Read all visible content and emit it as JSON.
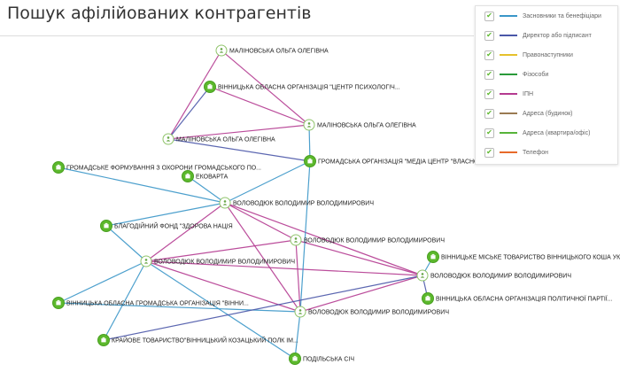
{
  "page": {
    "title": "Пошук афілійованих контрагентів"
  },
  "colors": {
    "founders": "#3a96c8",
    "director": "#4a57a8",
    "legal_successor": "#e6c12c",
    "individual": "#2a9a3a",
    "tax_number": "#b43a90",
    "address_legal": "#9a7a52",
    "address_apartment": "#57b43a",
    "phone": "#e86a2a",
    "person_node": "#ffffff",
    "org_node": "#5cb82c"
  },
  "legend": [
    {
      "label": "Засновники та бенефіціари",
      "color_key": "founders"
    },
    {
      "label": "Директор або підписант",
      "color_key": "director"
    },
    {
      "label": "Правонаступники",
      "color_key": "legal_successor"
    },
    {
      "label": "Фізособи",
      "color_key": "individual"
    },
    {
      "label": "ІПН",
      "color_key": "tax_number"
    },
    {
      "label": "Адреса (будинок)",
      "color_key": "address_legal"
    },
    {
      "label": "Адреса (квартира/офіс)",
      "color_key": "address_apartment"
    },
    {
      "label": "Телефон",
      "color_key": "phone"
    }
  ],
  "graph": {
    "nodes": [
      {
        "id": "n1",
        "type": "person",
        "label": "МАЛІНОВСЬКА ОЛЬГА ОЛЕГІВНА"
      },
      {
        "id": "n2",
        "type": "org",
        "label": "ВІННИЦЬКА ОБЛАСНА ОРГАНІЗАЦІЯ \"ЦЕНТР ПСИХОЛОГІЧ..."
      },
      {
        "id": "n3",
        "type": "person",
        "label": "МАЛІНОВСЬКА ОЛЬГА ОЛЕГІВНА"
      },
      {
        "id": "n4",
        "type": "person",
        "label": "МАЛІНОВСЬКА ОЛЬГА ОЛЕГІВНА"
      },
      {
        "id": "n5",
        "type": "org",
        "label": "ГРОМАДСЬКА ОРГАНІЗАЦІЯ \"МЕДІА ЦЕНТР \"ВЛАСНО"
      },
      {
        "id": "n6",
        "type": "org",
        "label": "ГРОМАДСЬКЕ ФОРМУВАННЯ З ОХОРОНИ ГРОМАДСЬКОГО ПО..."
      },
      {
        "id": "n7",
        "type": "org",
        "label": "ЕКОВАРТА"
      },
      {
        "id": "n8",
        "type": "person",
        "label": "ВОЛОВОДЮК ВОЛОДИМИР ВОЛОДИМИРОВИЧ"
      },
      {
        "id": "n9",
        "type": "org",
        "label": "БЛАГОДІЙНИЙ ФОНД \"ЗДОРОВА НАЦІЯ"
      },
      {
        "id": "n10",
        "type": "person",
        "label": "ВОЛОВОДЮК ВОЛОДИМИР ВОЛОДИМИРОВИЧ"
      },
      {
        "id": "n11",
        "type": "person",
        "label": "ВОЛОВОДЮК ВОЛОДИМИР ВОЛОДИМИРОВИЧ"
      },
      {
        "id": "n12",
        "type": "org",
        "label": "ВІННИЦЬКЕ МІСЬКЕ ТОВАРИСТВО ВІННИЦЬКОГО КОША УК..."
      },
      {
        "id": "n13",
        "type": "person",
        "label": "ВОЛОВОДЮК ВОЛОДИМИР ВОЛОДИМИРОВИЧ"
      },
      {
        "id": "n14",
        "type": "org",
        "label": "ВІННИЦЬКА ОБЛАСНА ГРОМАДСЬКА ОРГАНІЗАЦІЯ \"ВІННИ..."
      },
      {
        "id": "n15",
        "type": "org",
        "label": "ВІННИЦЬКА ОБЛАСНА ОРГАНІЗАЦІЯ ПОЛІТИЧНОЇ ПАРТІЇ..."
      },
      {
        "id": "n16",
        "type": "person",
        "label": "ВОЛОВОДЮК ВОЛОДИМИР ВОЛОДИМИРОВИЧ"
      },
      {
        "id": "n17",
        "type": "org",
        "label": "КРАЙОВЕ ТОВАРИСТВО\"ВІННИЦЬКИЙ КОЗАЦЬКИЙ ПОЛК ІМ..."
      },
      {
        "id": "n18",
        "type": "org",
        "label": "ПОДІЛЬСЬКА СІЧ"
      }
    ],
    "edges": [
      {
        "from": "n1",
        "to": "n4",
        "kind": "tax_number"
      },
      {
        "from": "n1",
        "to": "n3",
        "kind": "tax_number"
      },
      {
        "from": "n4",
        "to": "n3",
        "kind": "tax_number"
      },
      {
        "from": "n4",
        "to": "n2",
        "kind": "tax_number"
      },
      {
        "from": "n3",
        "to": "n2",
        "kind": "director"
      },
      {
        "from": "n3",
        "to": "n5",
        "kind": "director"
      },
      {
        "from": "n4",
        "to": "n5",
        "kind": "founders"
      },
      {
        "from": "n8",
        "to": "n6",
        "kind": "founders"
      },
      {
        "from": "n8",
        "to": "n7",
        "kind": "founders"
      },
      {
        "from": "n8",
        "to": "n5",
        "kind": "founders"
      },
      {
        "from": "n8",
        "to": "n9",
        "kind": "founders"
      },
      {
        "from": "n8",
        "to": "n10",
        "kind": "tax_number"
      },
      {
        "from": "n8",
        "to": "n13",
        "kind": "tax_number"
      },
      {
        "from": "n8",
        "to": "n11",
        "kind": "tax_number"
      },
      {
        "from": "n8",
        "to": "n16",
        "kind": "tax_number"
      },
      {
        "from": "n10",
        "to": "n11",
        "kind": "tax_number"
      },
      {
        "from": "n10",
        "to": "n13",
        "kind": "tax_number"
      },
      {
        "from": "n10",
        "to": "n16",
        "kind": "tax_number"
      },
      {
        "from": "n11",
        "to": "n13",
        "kind": "tax_number"
      },
      {
        "from": "n11",
        "to": "n16",
        "kind": "tax_number"
      },
      {
        "from": "n13",
        "to": "n16",
        "kind": "tax_number"
      },
      {
        "from": "n13",
        "to": "n12",
        "kind": "founders"
      },
      {
        "from": "n13",
        "to": "n15",
        "kind": "director"
      },
      {
        "from": "n10",
        "to": "n9",
        "kind": "founders"
      },
      {
        "from": "n10",
        "to": "n14",
        "kind": "founders"
      },
      {
        "from": "n10",
        "to": "n17",
        "kind": "founders"
      },
      {
        "from": "n10",
        "to": "n18",
        "kind": "founders"
      },
      {
        "from": "n16",
        "to": "n5",
        "kind": "founders"
      },
      {
        "from": "n16",
        "to": "n18",
        "kind": "founders"
      },
      {
        "from": "n16",
        "to": "n14",
        "kind": "founders"
      },
      {
        "from": "n13",
        "to": "n17",
        "kind": "director"
      }
    ]
  }
}
